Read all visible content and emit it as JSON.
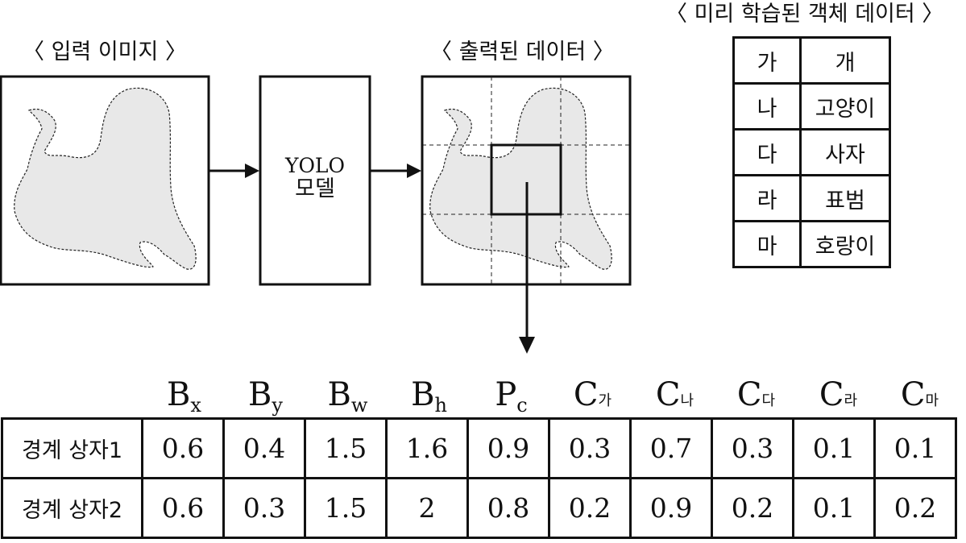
{
  "titles": {
    "input": "〈 입력 이미지 〉",
    "output": "〈 출력된 데이터 〉",
    "classes": "〈 미리 학습된 객체 데이터 〉"
  },
  "model": {
    "line1": "YOLO",
    "line2": "모델"
  },
  "classes_table": [
    {
      "key": "가",
      "label": "개"
    },
    {
      "key": "나",
      "label": "고양이"
    },
    {
      "key": "다",
      "label": "사자"
    },
    {
      "key": "라",
      "label": "표범"
    },
    {
      "key": "마",
      "label": "호랑이"
    }
  ],
  "columns": [
    {
      "base": "B",
      "sub": "x"
    },
    {
      "base": "B",
      "sub": "y"
    },
    {
      "base": "B",
      "sub": "w"
    },
    {
      "base": "B",
      "sub": "h"
    },
    {
      "base": "P",
      "sub": "c"
    },
    {
      "base": "C",
      "sub": "가"
    },
    {
      "base": "C",
      "sub": "나"
    },
    {
      "base": "C",
      "sub": "다"
    },
    {
      "base": "C",
      "sub": "라"
    },
    {
      "base": "C",
      "sub": "마"
    }
  ],
  "rows": [
    {
      "label": "경계 상자1",
      "values": [
        "0.6",
        "0.4",
        "1.5",
        "1.6",
        "0.9",
        "0.3",
        "0.7",
        "0.3",
        "0.1",
        "0.1"
      ]
    },
    {
      "label": "경계 상자2",
      "values": [
        "0.6",
        "0.3",
        "1.5",
        "2",
        "0.8",
        "0.2",
        "0.9",
        "0.2",
        "0.1",
        "0.2"
      ]
    }
  ],
  "colors": {
    "stroke": "#111111",
    "silhouette": "#e8e8e8"
  }
}
